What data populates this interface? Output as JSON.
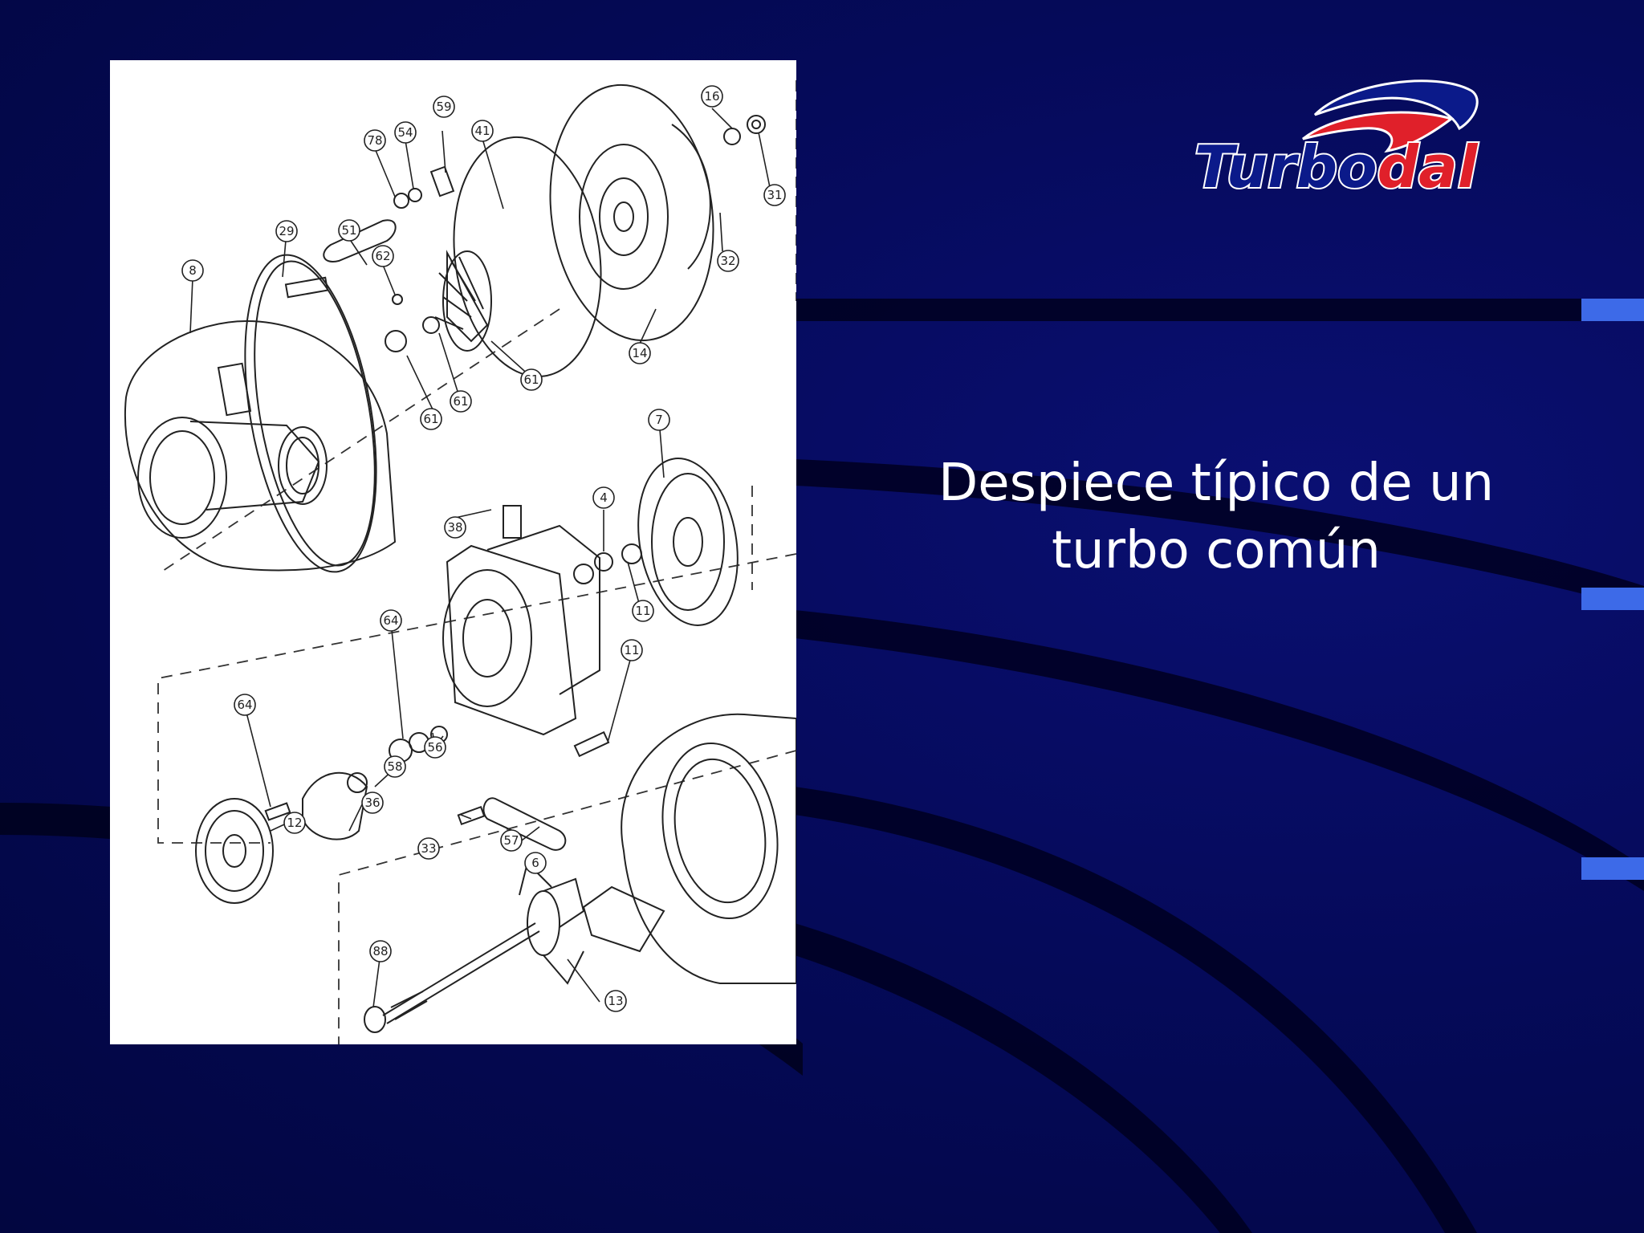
{
  "logo": {
    "text_main": "Turbo",
    "text_accent": "dal",
    "colors": {
      "main": "#0b1a8a",
      "accent": "#e0202a",
      "outline": "#ffffff"
    }
  },
  "title": {
    "line1": "Despiece típico de un",
    "line2": "turbo común"
  },
  "callouts": [
    "8",
    "29",
    "51",
    "78",
    "54",
    "59",
    "41",
    "16",
    "31",
    "32",
    "14",
    "62",
    "61",
    "61",
    "61",
    "7",
    "38",
    "4",
    "11",
    "64",
    "11",
    "56",
    "64",
    "58",
    "36",
    "12",
    "33",
    "57",
    "88",
    "13",
    "6"
  ],
  "colors": {
    "background": "#050a5a",
    "background_dark": "#020640",
    "panel": "#ffffff",
    "title_text": "#ffffff"
  }
}
